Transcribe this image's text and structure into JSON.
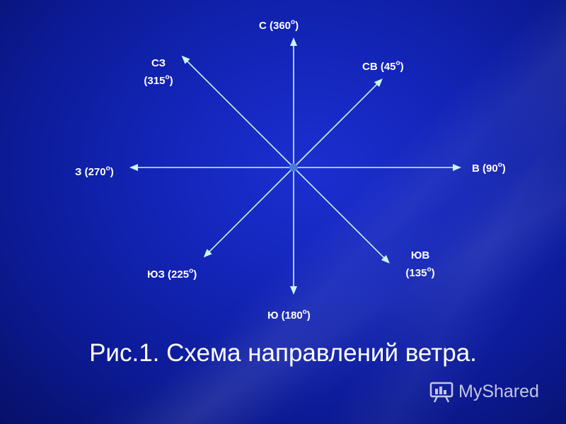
{
  "directions": [
    {
      "abbr": "С",
      "degrees": "360",
      "angle": 0
    },
    {
      "abbr": "СВ",
      "degrees": "45",
      "angle": 45
    },
    {
      "abbr": "В",
      "degrees": "90",
      "angle": 90
    },
    {
      "abbr": "ЮВ",
      "degrees": "135",
      "angle": 135
    },
    {
      "abbr": "Ю",
      "degrees": "180",
      "angle": 180
    },
    {
      "abbr": "ЮЗ",
      "degrees": "225",
      "angle": 225
    },
    {
      "abbr": "З",
      "degrees": "270",
      "angle": 270
    },
    {
      "abbr": "СЗ",
      "degrees": "315",
      "angle": 315
    }
  ],
  "degree_mark": "o",
  "caption": "Рис.1. Схема направлений ветра.",
  "watermark": "MyShared",
  "colors": {
    "line": "#ccf5ef",
    "center": "#4a7bd8",
    "text": "#ffffff"
  }
}
